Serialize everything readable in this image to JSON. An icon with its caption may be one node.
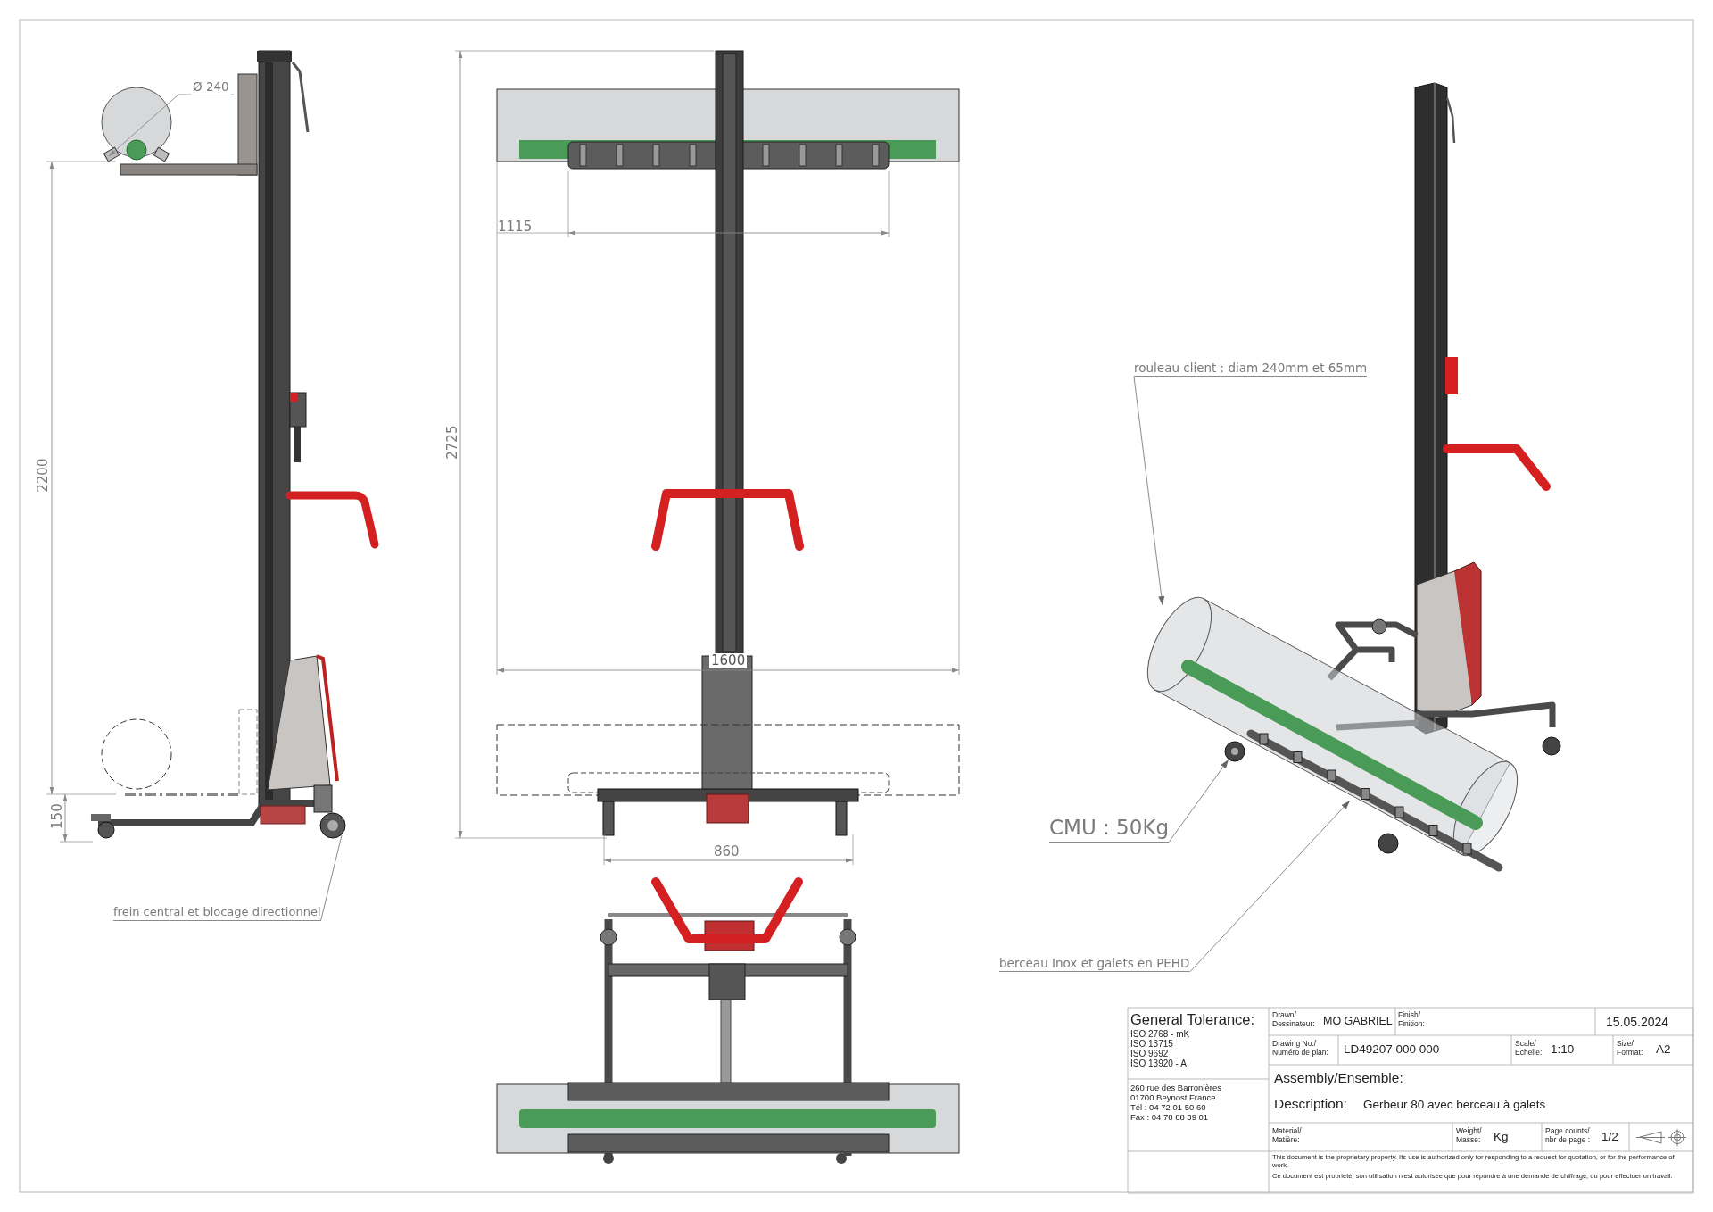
{
  "diagram": {
    "nodes": [
      {
        "text": [
          "frein central et blocage directionnel"
        ]
      },
      {
        "text": [],
        "shape": "picture"
      },
      {
        "text": [
          "rouleau client : diam 240mm et 65mm"
        ]
      },
      {
        "text": [],
        "shape": "picture"
      },
      {
        "text": [
          "CMU : 50Kg"
        ]
      },
      {
        "text": [],
        "shape": "picture"
      },
      {
        "text": [
          "berceau Inox et galets en PEHD"
        ]
      },
      {
        "text": [],
        "shape": "picture"
      }
    ],
    "edges": [
      {
        "from": 0,
        "to": 1,
        "arrow": "none"
      },
      {
        "from": 2,
        "to": 3,
        "arrow": "to"
      },
      {
        "from": 4,
        "to": 5,
        "arrow": "to"
      },
      {
        "from": 6,
        "to": 7,
        "arrow": "to"
      }
    ],
    "labels": [
      "Ø 240",
      "2200",
      "150",
      "2725",
      "1115",
      "1600",
      "860",
      "General Tolerance:",
      "ISO 2768 - mK",
      "ISO 13715",
      "ISO 9692",
      "ISO 13920 - A",
      "260 rue des Barronières",
      "01700 Beynost France",
      "Tél : 04 72 01 50 60",
      "Fax : 04 78 88 39 01",
      "Drawn/ Dessinateur:",
      "MO GABRIEL",
      "Finish/ Finition:",
      "15.05.2024",
      "Drawing No./ Numéro de plan:",
      "LD49207 000 000",
      "Scale/ Echelle:",
      "1:10",
      "Size/ Format:",
      "A2",
      "Assembly/Ensemble:",
      "Description:",
      "Gerbeur 80 avec berceau à galets",
      "Material/ Matière:",
      "Weight/ Masse:",
      "Kg",
      "Page counts/ nbr de page :",
      "1/2",
      "This document is the proprietary property. Its use is authorized only for responding to a request for quotation, or for the performance of work.",
      "Ce document est propriété, son utilisation n'est autorisée que pour répondre à une demande de chiffrage, ou pour effectuer un travail."
    ]
  }
}
